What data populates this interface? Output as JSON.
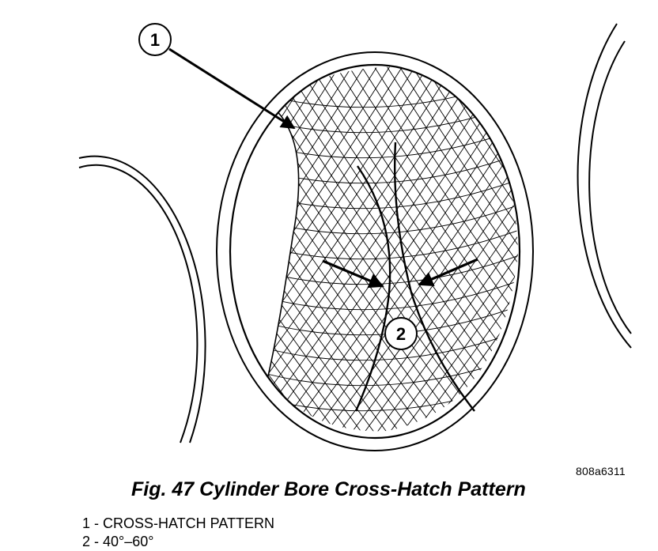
{
  "figure": {
    "code": "808a6311",
    "caption": "Fig. 47 Cylinder Bore Cross-Hatch Pattern"
  },
  "callouts": [
    {
      "number": "1",
      "target": "cross-hatch region"
    },
    {
      "number": "2",
      "target": "hatch crossing angle"
    }
  ],
  "legend": [
    {
      "text": "1 - CROSS-HATCH PATTERN"
    },
    {
      "text": "2 - 40°–60°"
    }
  ],
  "colors": {
    "ink": "#000000",
    "paper": "#ffffff"
  }
}
